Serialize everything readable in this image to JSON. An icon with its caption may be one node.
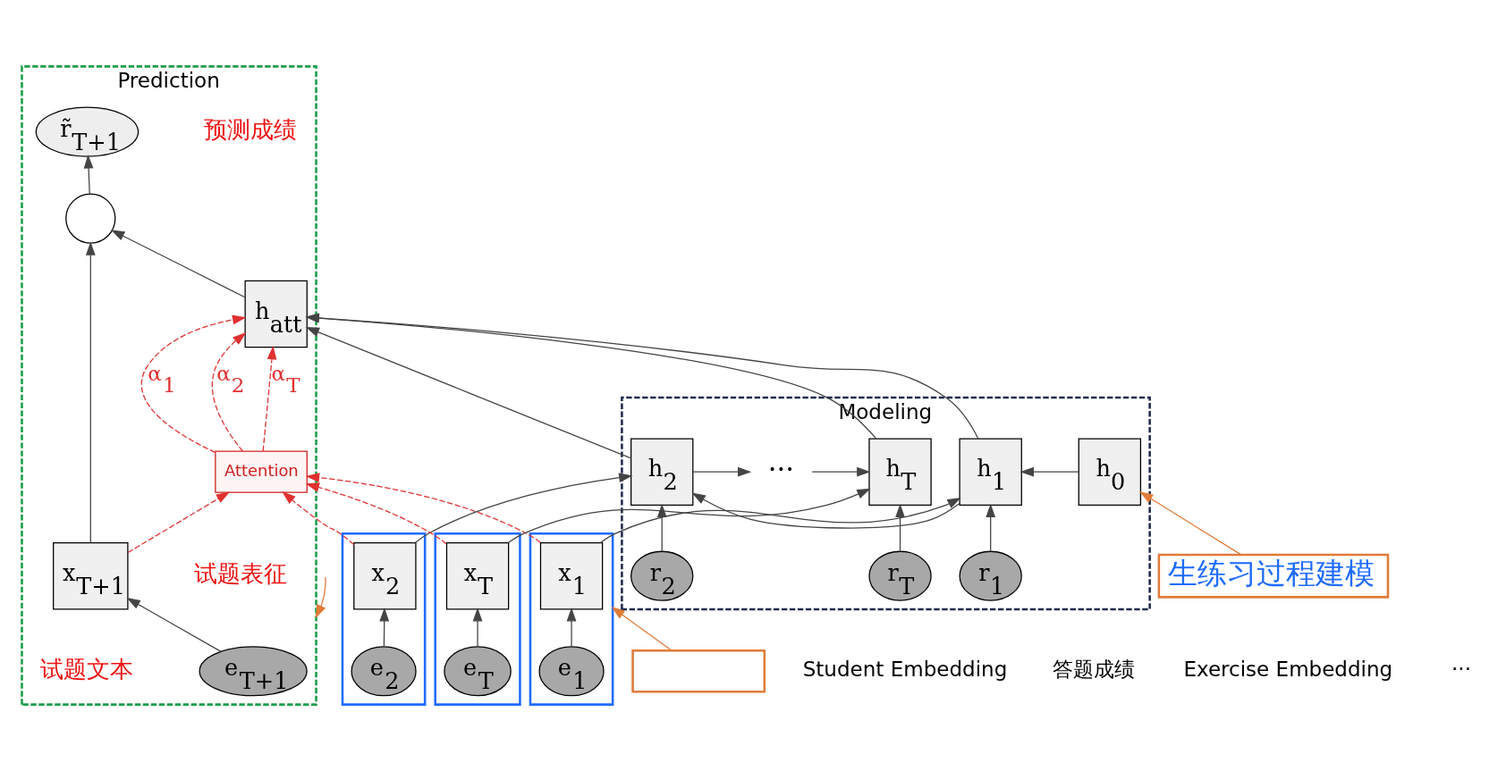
{
  "diagram": {
    "nodes": [
      {
        "text": [
          "Modeling"
        ]
      },
      {
        "text": [
          "Prediction"
        ]
      },
      {
        "text": [
          "生练习过程建模"
        ]
      },
      {
        "text": [
          "h$_{0}$"
        ],
        "in": 0
      },
      {
        "text": [
          "h$_{1}$"
        ],
        "in": 0
      },
      {
        "text": [
          "h$_{2}$"
        ],
        "in": 0
      },
      {
        "text": [
          "···"
        ],
        "in": 0
      },
      {
        "text": [
          "h$_{T}$"
        ],
        "in": 0
      },
      {
        "text": [],
        "shape": "box"
      },
      {
        "text": [
          "x$_{1}$"
        ],
        "in": 8
      },
      {
        "text": [
          "e$_{1}$"
        ],
        "in": 8
      },
      {
        "text": [
          "r$_{1}$"
        ],
        "in": 0
      },
      {
        "text": [],
        "shape": "box"
      },
      {
        "text": [
          "x$_{2}$"
        ],
        "in": 12
      },
      {
        "text": [
          "e$_{2}$"
        ],
        "in": 12
      },
      {
        "text": [
          "r$_{2}$"
        ],
        "in": 0
      },
      {
        "text": [],
        "shape": "box"
      },
      {
        "text": [
          "x$_{T}$"
        ],
        "in": 16
      },
      {
        "text": [
          "e$_{T}$"
        ],
        "in": 16
      },
      {
        "text": [
          "r$_{T}$"
        ],
        "in": 0
      },
      {
        "text": [
          "h$_{att}$"
        ],
        "in": 1
      },
      {
        "text": [],
        "shape": "circle",
        "in": 1
      },
      {
        "text": [
          "r̃$_{T+1}$"
        ],
        "in": 1,
        "beside": [
          "预测成绩"
        ]
      },
      {
        "text": [
          "Attention"
        ],
        "in": 1
      },
      {
        "text": [
          "x$_{T+1}$"
        ],
        "in": 1,
        "beside": [
          "试题表征"
        ]
      },
      {
        "text": [
          "e$_{T+1}$"
        ],
        "in": 1,
        "beside": [
          "试题文本"
        ]
      },
      {
        "text": [],
        "shape": "box"
      }
    ],
    "edges": [
      {
        "from": 2,
        "to": 3,
        "arrow": "to",
        "color": "#e07b39"
      },
      {
        "from": 26,
        "to": 8,
        "arrow": "to",
        "color": "#e07b39"
      },
      {
        "from": null,
        "to": 1,
        "arrow": "to",
        "color": "#e07b39"
      },
      {
        "from": 3,
        "to": 4,
        "arrow": "to"
      },
      {
        "from": 4,
        "to": 5,
        "arrow": "to"
      },
      {
        "from": 5,
        "to": 6,
        "arrow": "to"
      },
      {
        "from": 6,
        "to": 7,
        "arrow": "to"
      },
      {
        "from": 10,
        "to": 9,
        "arrow": "to"
      },
      {
        "from": 9,
        "to": 4,
        "arrow": "to"
      },
      {
        "from": 11,
        "to": 4,
        "arrow": "to"
      },
      {
        "from": 14,
        "to": 13,
        "arrow": "to"
      },
      {
        "from": 13,
        "to": 5,
        "arrow": "to"
      },
      {
        "from": 15,
        "to": 5,
        "arrow": "to"
      },
      {
        "from": 18,
        "to": 17,
        "arrow": "to"
      },
      {
        "from": 17,
        "to": 7,
        "arrow": "to"
      },
      {
        "from": 19,
        "to": 7,
        "arrow": "to"
      },
      {
        "from": 4,
        "to": 20,
        "arrow": "to"
      },
      {
        "from": 5,
        "to": 20,
        "arrow": "to"
      },
      {
        "from": 7,
        "to": 20,
        "arrow": "to"
      },
      {
        "from": 9,
        "to": 23,
        "arrow": "to",
        "style": "dashed",
        "color": "#e03030"
      },
      {
        "from": 13,
        "to": 23,
        "arrow": "to",
        "style": "dashed",
        "color": "#e03030"
      },
      {
        "from": 17,
        "to": 23,
        "arrow": "to",
        "style": "dashed",
        "color": "#e03030"
      },
      {
        "from": 24,
        "to": 23,
        "arrow": "to",
        "style": "dashed",
        "color": "#e03030"
      },
      {
        "from": 23,
        "to": 20,
        "label": "α$_{1}$",
        "arrow": "to",
        "style": "dashed",
        "color": "#e03030"
      },
      {
        "from": 23,
        "to": 20,
        "label": "α$_{2}$",
        "arrow": "to",
        "style": "dashed",
        "color": "#e03030"
      },
      {
        "from": 23,
        "to": 20,
        "label": "α$_{T}$",
        "arrow": "to",
        "style": "dashed",
        "color": "#e03030"
      },
      {
        "from": 20,
        "to": 21,
        "arrow": "to"
      },
      {
        "from": 25,
        "to": 24,
        "arrow": "to"
      },
      {
        "from": 24,
        "to": 21,
        "arrow": "to"
      },
      {
        "from": 21,
        "to": 22,
        "arrow": "to"
      }
    ],
    "labels": [
      "Student Embedding",
      "答题成绩",
      "Exercise Embedding",
      "···"
    ]
  }
}
